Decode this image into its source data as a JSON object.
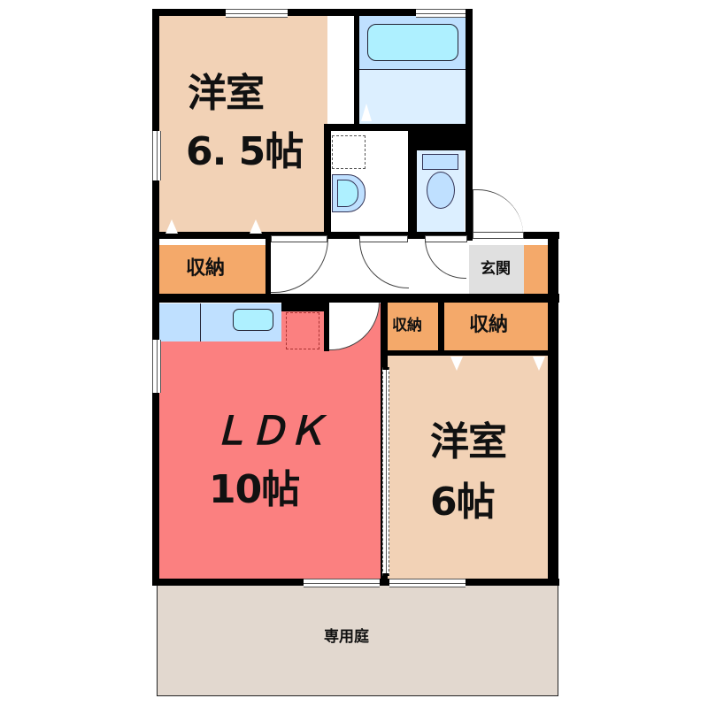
{
  "floorplan": {
    "rooms": {
      "western_room_1": {
        "name": "洋室",
        "size": "6. 5帖"
      },
      "ldk": {
        "name": "ＬＤＫ",
        "size": "10帖"
      },
      "western_room_2": {
        "name": "洋室",
        "size": "6帖"
      },
      "storage_1": {
        "name": "収納"
      },
      "storage_2": {
        "name": "収納"
      },
      "storage_3": {
        "name": "収納"
      },
      "entrance": {
        "name": "玄関"
      },
      "private_garden": {
        "name": "専用庭"
      }
    },
    "fixtures": [
      "bathtub",
      "washbasin",
      "washing-machine-space",
      "toilet",
      "kitchen-sink",
      "refrigerator-space"
    ],
    "colors": {
      "western_room": "#f2d2b6",
      "ldk": "#fb8080",
      "storage": "#f4a96a",
      "entrance": "#e0e0e0",
      "wet_area": "#dcefff",
      "bath_tub": "#aef0ff",
      "garden": "#e2d8cf",
      "wall": "#000000"
    }
  }
}
